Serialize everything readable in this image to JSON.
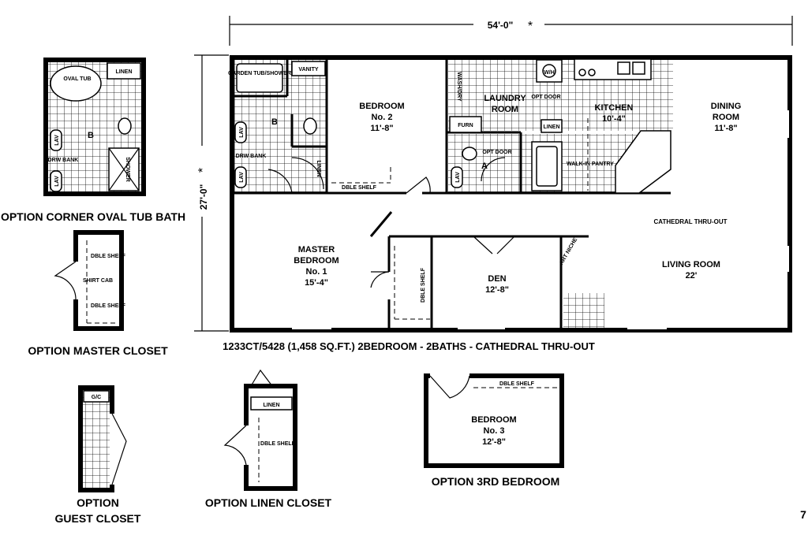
{
  "plan": {
    "width_dim": "54'-0\"",
    "depth_dim": "27'-0\"",
    "asterisk": "*",
    "caption": "1233CT/5428 (1,458 SQ.FT.) 2BEDROOM - 2BATHS - CATHEDRAL THRU-OUT",
    "page_number": "7"
  },
  "rooms": {
    "bedroom2": {
      "title": "BEDROOM",
      "sub": "No. 2",
      "size": "11'-8\""
    },
    "laundry": {
      "title": "LAUNDRY",
      "sub": "ROOM"
    },
    "kitchen": {
      "title": "KITCHEN",
      "size": "10'-4\""
    },
    "dining": {
      "title": "DINING",
      "sub": "ROOM",
      "size": "11'-8\""
    },
    "master": {
      "title": "MASTER",
      "sub": "BEDROOM",
      "no": "No. 1",
      "size": "15'-4\""
    },
    "den": {
      "title": "DEN",
      "size": "12'-8\""
    },
    "living": {
      "title": "LIVING ROOM",
      "size": "22'"
    },
    "cathedral": "CATHEDRAL THRU-OUT"
  },
  "fixtures": {
    "garden_tub": "GARDEN TUB/SHOWER",
    "vanity": "VANITY",
    "b": "B",
    "a": "A",
    "lav": "LAV",
    "drw_bank": "DRW BANK",
    "linen": "LINEN",
    "dble_shelf": "DBLE SHELF",
    "wash_dry": "WASH/DRY",
    "wh": "W/H",
    "furn": "FURN",
    "opt_door": "OPT DOOR",
    "walk_in_pantry": "WALK-IN PANTRY",
    "art_niche": "ART NICHE",
    "oval_tub": "OVAL TUB",
    "shower": "SHOWER",
    "shirt_cab": "SHIRT CAB",
    "gc": "G/C"
  },
  "options": {
    "corner_tub": "OPTION CORNER OVAL TUB BATH",
    "master_closet": "OPTION MASTER CLOSET",
    "guest_closet_1": "OPTION",
    "guest_closet_2": "GUEST CLOSET",
    "linen_closet": "OPTION LINEN CLOSET",
    "third_bedroom": "OPTION 3RD BEDROOM",
    "bedroom3": {
      "title": "BEDROOM",
      "sub": "No. 3",
      "size": "12'-8\""
    }
  }
}
